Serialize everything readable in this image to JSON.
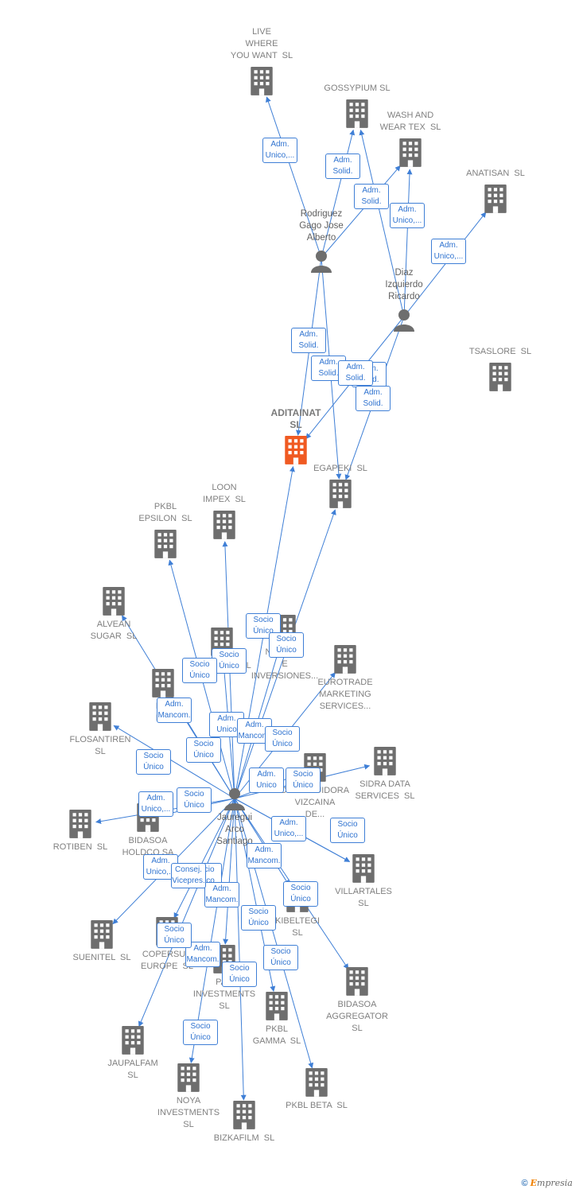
{
  "diagram": {
    "colors": {
      "edge": "#3f7fd6",
      "company": "#6e6e6e",
      "main_company": "#f05a22",
      "person": "#6e6e6e"
    },
    "nodes": [
      {
        "id": "live",
        "type": "company",
        "label": "LIVE\nWHERE\nYOU WANT  SL"
      },
      {
        "id": "gossypium",
        "type": "company",
        "label": "GOSSYPIUM SL"
      },
      {
        "id": "wash",
        "type": "company",
        "label": "WASH AND\nWEAR TEX  SL"
      },
      {
        "id": "anatisan",
        "type": "company",
        "label": "ANATISAN  SL"
      },
      {
        "id": "rodriguez",
        "type": "person",
        "label": "Rodriguez\nGago Jose\nAlberto"
      },
      {
        "id": "diaz",
        "type": "person",
        "label": "Diaz\nIzquierdo\nRicardo"
      },
      {
        "id": "tsaslore",
        "type": "company",
        "label": "TSASLORE  SL"
      },
      {
        "id": "aditainat",
        "type": "main",
        "label": "ADITAINAT\nSL"
      },
      {
        "id": "egapeki",
        "type": "company",
        "label": "EGAPEKI  SL"
      },
      {
        "id": "loon",
        "type": "company",
        "label": "LOON\nIMPEX  SL"
      },
      {
        "id": "epsilon",
        "type": "company",
        "label": "PKBL\nEPSILON  SL"
      },
      {
        "id": "alvean",
        "type": "company",
        "label": "ALVEAN\nSUGAR  SL"
      },
      {
        "id": "nocabulary",
        "type": "company",
        "label": "NO        R\nE\nINVERSIONES..."
      },
      {
        "id": "eurotrade",
        "type": "company",
        "label": "EUROTRADE\nMARKETING\nSERVICES..."
      },
      {
        "id": "bidr",
        "type": "company",
        "label": "BID\nBID"
      },
      {
        "id": "lsl",
        "type": "company",
        "label": "SL"
      },
      {
        "id": "flosantiren",
        "type": "company",
        "label": "FLOSANTIREN\nSL"
      },
      {
        "id": "sidra",
        "type": "company",
        "label": "SIDRA DATA\nSERVICES  SL"
      },
      {
        "id": "distribuidora",
        "type": "company",
        "label": "DISTRIBUIDORA\nVIZCAINA\nDE..."
      },
      {
        "id": "rotiben",
        "type": "company",
        "label": "ROTIBEN  SL"
      },
      {
        "id": "holdco",
        "type": "company",
        "label": "BIDASOA\nHOLDCO SA"
      },
      {
        "id": "jauregui",
        "type": "person",
        "label": "Jauregui\nArco\nSantiago"
      },
      {
        "id": "villartales",
        "type": "company",
        "label": "VILLARTALES\nSL"
      },
      {
        "id": "kibeltegi",
        "type": "company",
        "label": "KIBELTEGI\nSL"
      },
      {
        "id": "suenitel",
        "type": "company",
        "label": "SUENITEL  SL"
      },
      {
        "id": "copersuc",
        "type": "company",
        "label": "COPERSUC\nEUROPE  SL"
      },
      {
        "id": "pacific",
        "type": "company",
        "label": "PAC\nINVESTMENTS\nSL"
      },
      {
        "id": "aggregator",
        "type": "company",
        "label": "BIDASOA\nAGGREGATOR\nSL"
      },
      {
        "id": "gamma",
        "type": "company",
        "label": "PKBL\nGAMMA  SL"
      },
      {
        "id": "jaupalfam",
        "type": "company",
        "label": "JAUPALFAM\nSL"
      },
      {
        "id": "noya",
        "type": "company",
        "label": "NOYA\nINVESTMENTS\nSL"
      },
      {
        "id": "beta",
        "type": "company",
        "label": "PKBL BETA  SL"
      },
      {
        "id": "bizkafilm",
        "type": "company",
        "label": "BIZKAFILM  SL"
      }
    ],
    "edge_labels": [
      "Adm.\nUnico,...",
      "Adm.\nSolid.",
      "Adm.\nSolid.",
      "Adm.\nSolid.",
      "Adm.\nUnico,...",
      "Adm.\nUnico,...",
      "Adm.\nSolid.",
      "Adm.\nSolid.",
      "Adm.\nSolid.",
      "Adm.\nSolid.",
      "Socio\nÚnico",
      "Socio\nÚnico",
      "Socio\nÚnico",
      "Socio\nÚnico",
      "Adm.\nMancom.",
      "Adm.\nUnico",
      "Adm.\nMancom.",
      "Socio\nÚnico",
      "Socio\nÚnico",
      "Socio\nÚnico",
      "Socio\nÚnico",
      "Adm.\nUnico,...",
      "Socio\nÚnico",
      "Adm.\nUnico",
      "Socio\nÚnico",
      "Adm.\nUnico,...",
      "Socio\nÚnico",
      "Adm.\nMancom.",
      "Adm.\nUnico,...",
      "Consej.\nVicepres.",
      "Adm.\nMancom.",
      "Socio\nÚnico",
      "Socio\nÚnico",
      "Socio\nÚnico",
      "Adm.\nMancom.",
      "Socio\nÚnico",
      "Socio\nÚnico",
      "Socio\nÚnico"
    ]
  },
  "footer": {
    "copyright": "©",
    "brand_e": "E",
    "brand_rest": "mpresia"
  }
}
